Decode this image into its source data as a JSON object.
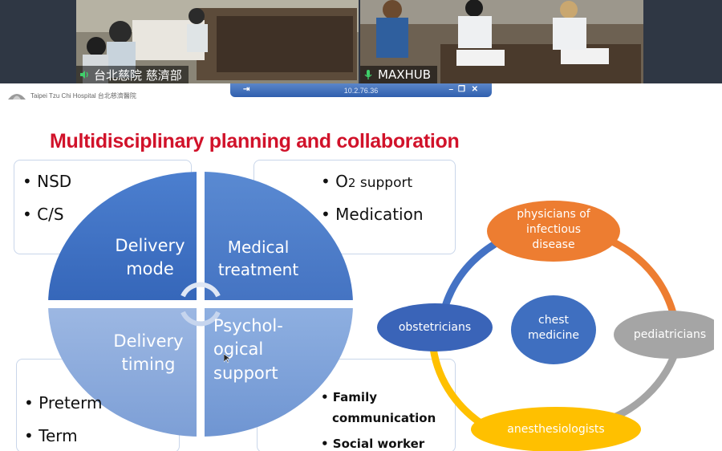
{
  "meeting": {
    "participants": [
      {
        "name": "台北慈院 慈濟部",
        "audio": "speaker-active"
      },
      {
        "name": "MAXHUB",
        "audio": "mic-on"
      }
    ],
    "remote_control_ip": "10.2.76.36"
  },
  "slide": {
    "logo_text": "Taipei Tzu Chi Hospital  台北慈濟醫院",
    "title": "Multidisciplinary planning and collaboration",
    "quadrants": {
      "top_left": {
        "line1": "Delivery",
        "line2": "mode"
      },
      "top_right": {
        "line1": "Medical",
        "line2": "treatment"
      },
      "bottom_left": {
        "line1": "Delivery",
        "line2": "timing"
      },
      "bottom_right": {
        "line1": "Psychol-",
        "line2": "ogical",
        "line3": "support"
      }
    },
    "boxes": {
      "top_left": [
        "• NSD",
        "• C/S"
      ],
      "top_right": {
        "o2_prefix": "• O",
        "o2_sub": "2",
        "o2_suffix": " support",
        "medication": "• Medication"
      },
      "bottom_left": [
        "• Preterm",
        "• Term"
      ],
      "bottom_right": {
        "line1": "• Family",
        "line2": "communication",
        "line3": "• Social worker"
      }
    },
    "cycle": {
      "center": {
        "line1": "chest",
        "line2": "medicine"
      },
      "top": {
        "line1": "physicians of",
        "line2": "infectious",
        "line3": "disease"
      },
      "right": "pediatricians",
      "bottom": "anesthesiologists",
      "left": "obstetricians"
    },
    "colors": {
      "title": "#d1122a",
      "blue_dark": "#3a6bc1",
      "blue_light": "#8eaee0",
      "orange": "#ed7d31",
      "gray": "#a5a5a5",
      "yellow": "#ffc000",
      "navy": "#3a64b8"
    }
  }
}
